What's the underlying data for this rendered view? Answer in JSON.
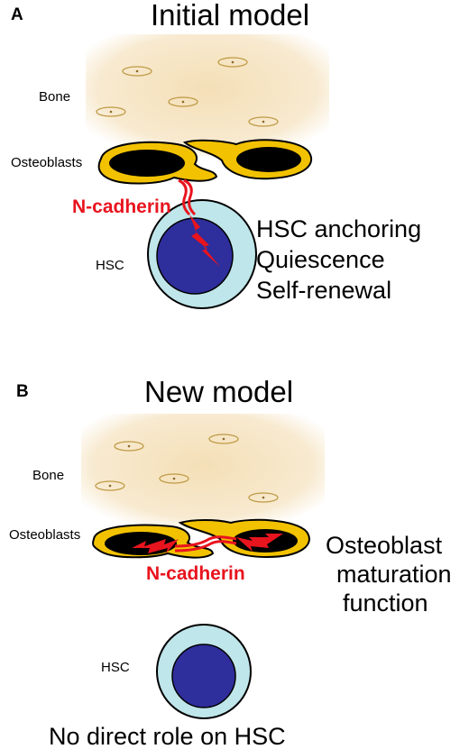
{
  "panel_a": {
    "letter": "A",
    "title": "Initial model",
    "bone_label": "Bone",
    "osteoblasts_label": "Osteoblasts",
    "ncadherin_label": "N-cadherin",
    "hsc_label": "HSC",
    "outcomes": [
      "HSC anchoring",
      "Quiescence",
      "Self-renewal"
    ]
  },
  "panel_b": {
    "letter": "B",
    "title": "New model",
    "bone_label": "Bone",
    "osteoblasts_label": "Osteoblasts",
    "ncadherin_label": "N-cadherin",
    "outcomes": [
      "Osteoblast",
      "maturation",
      "function"
    ],
    "hsc_label": "HSC",
    "footer": "No direct role on HSC"
  },
  "colors": {
    "bone": "#f7e6c4",
    "osteoblast_fill": "#f2c200",
    "nucleus": "#000000",
    "ncadherin": "#e8141e",
    "hsc_outer": "#bfe6ea",
    "hsc_inner": "#2e2e9c"
  }
}
